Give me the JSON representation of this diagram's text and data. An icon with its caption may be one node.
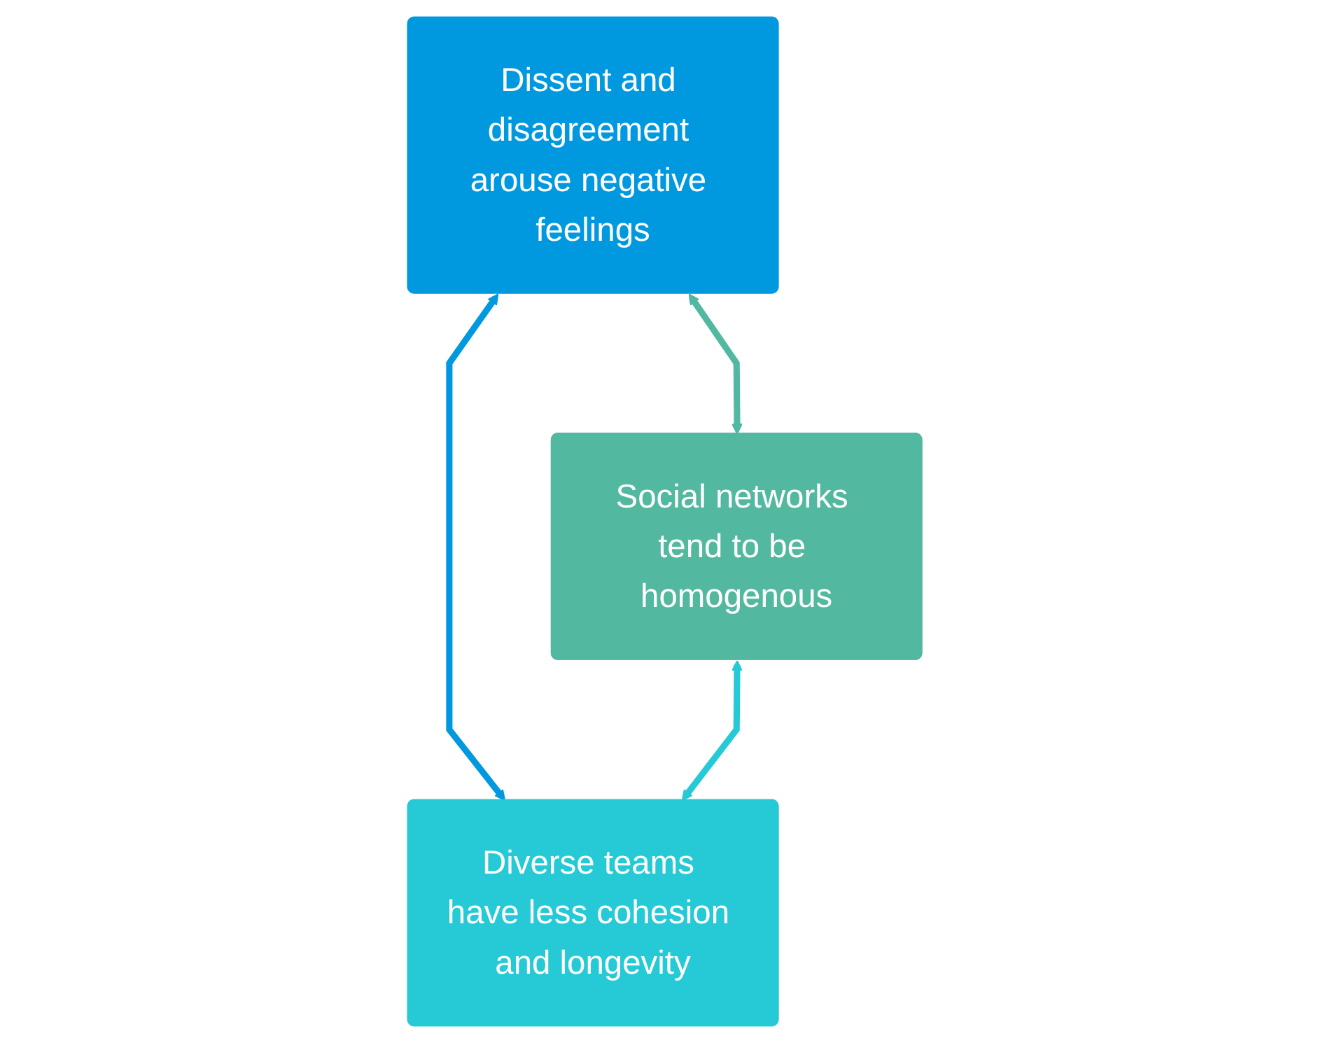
{
  "diagram": {
    "nodes": [
      {
        "text": [
          "Dissent and disagreement arouse negative feelings"
        ]
      },
      {
        "text": [
          "Social networks tend to be homogenous"
        ]
      },
      {
        "text": [
          "Diverse teams have less cohesion and longevity"
        ]
      }
    ],
    "edges": [
      {
        "from": 0,
        "to": 1,
        "arrow": "both",
        "color": "#52b8a0"
      },
      {
        "from": 0,
        "to": 2,
        "arrow": "both",
        "color": "#0099e0"
      },
      {
        "from": 1,
        "to": 2,
        "arrow": "both",
        "color": "#26c9d6"
      }
    ]
  }
}
